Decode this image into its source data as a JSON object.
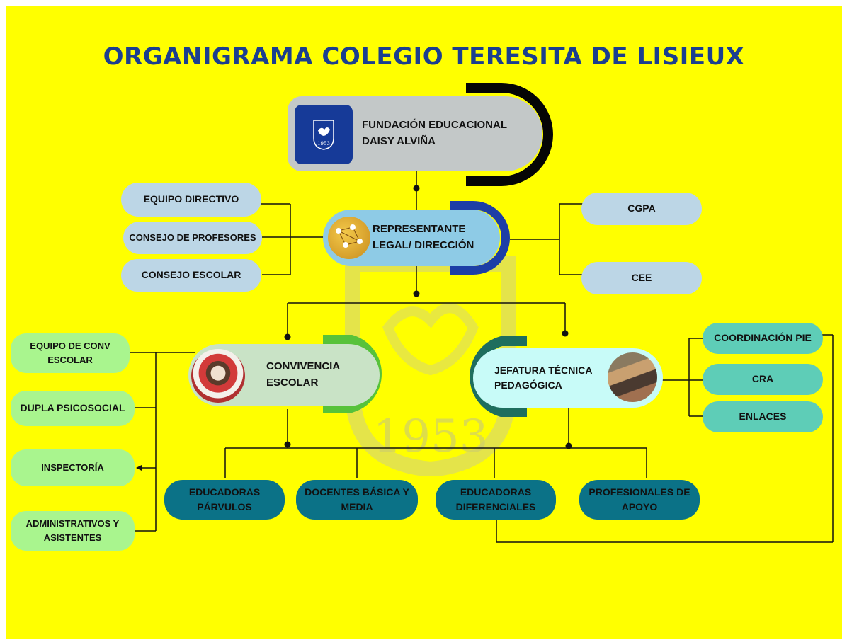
{
  "title": "ORGANIGRAMA COLEGIO TERESITA DE LISIEUX",
  "watermark_year": "1953",
  "logo": {
    "year": "1953"
  },
  "foundation": {
    "line1": "FUNDACIÓN EDUCACIONAL",
    "line2": "DAISY ALVIÑA"
  },
  "direction": {
    "line1": "REPRESENTANTE",
    "line2": "LEGAL/ DIRECCIÓN"
  },
  "left_councils": [
    "EQUIPO DIRECTIVO",
    "CONSEJO DE PROFESORES",
    "CONSEJO ESCOLAR"
  ],
  "right_councils": [
    "CGPA",
    "CEE"
  ],
  "convivencia": {
    "line1": "CONVIVENCIA",
    "line2": "ESCOLAR"
  },
  "jefatura": {
    "line1": "JEFATURA TÉCNICA",
    "line2": "PEDAGÓGICA"
  },
  "convivencia_team": [
    {
      "line1": "EQUIPO DE CONV",
      "line2": "ESCOLAR"
    },
    {
      "line1": "DUPLA PSICOSOCIAL",
      "line2": ""
    },
    {
      "line1": "INSPECTORÍA",
      "line2": ""
    },
    {
      "line1": "ADMINISTRATIVOS Y",
      "line2": "ASISTENTES"
    }
  ],
  "jefatura_team": [
    "COORDINACIÓN PIE",
    "CRA",
    "ENLACES"
  ],
  "staff": [
    {
      "line1": "EDUCADORAS",
      "line2": "PÁRVULOS"
    },
    {
      "line1": "DOCENTES BÁSICA Y",
      "line2": "MEDIA"
    },
    {
      "line1": "EDUCADORAS",
      "line2": "DIFERENCIALES"
    },
    {
      "line1": "PROFESIONALES DE",
      "line2": "APOYO"
    }
  ],
  "colors": {
    "background": "#ffff00",
    "title": "#1b3f8f",
    "pill_blue": "#bcd6e6",
    "pill_green": "#a9f58e",
    "pill_teal": "#5ecdb7",
    "pill_dark": "#0b7287"
  }
}
